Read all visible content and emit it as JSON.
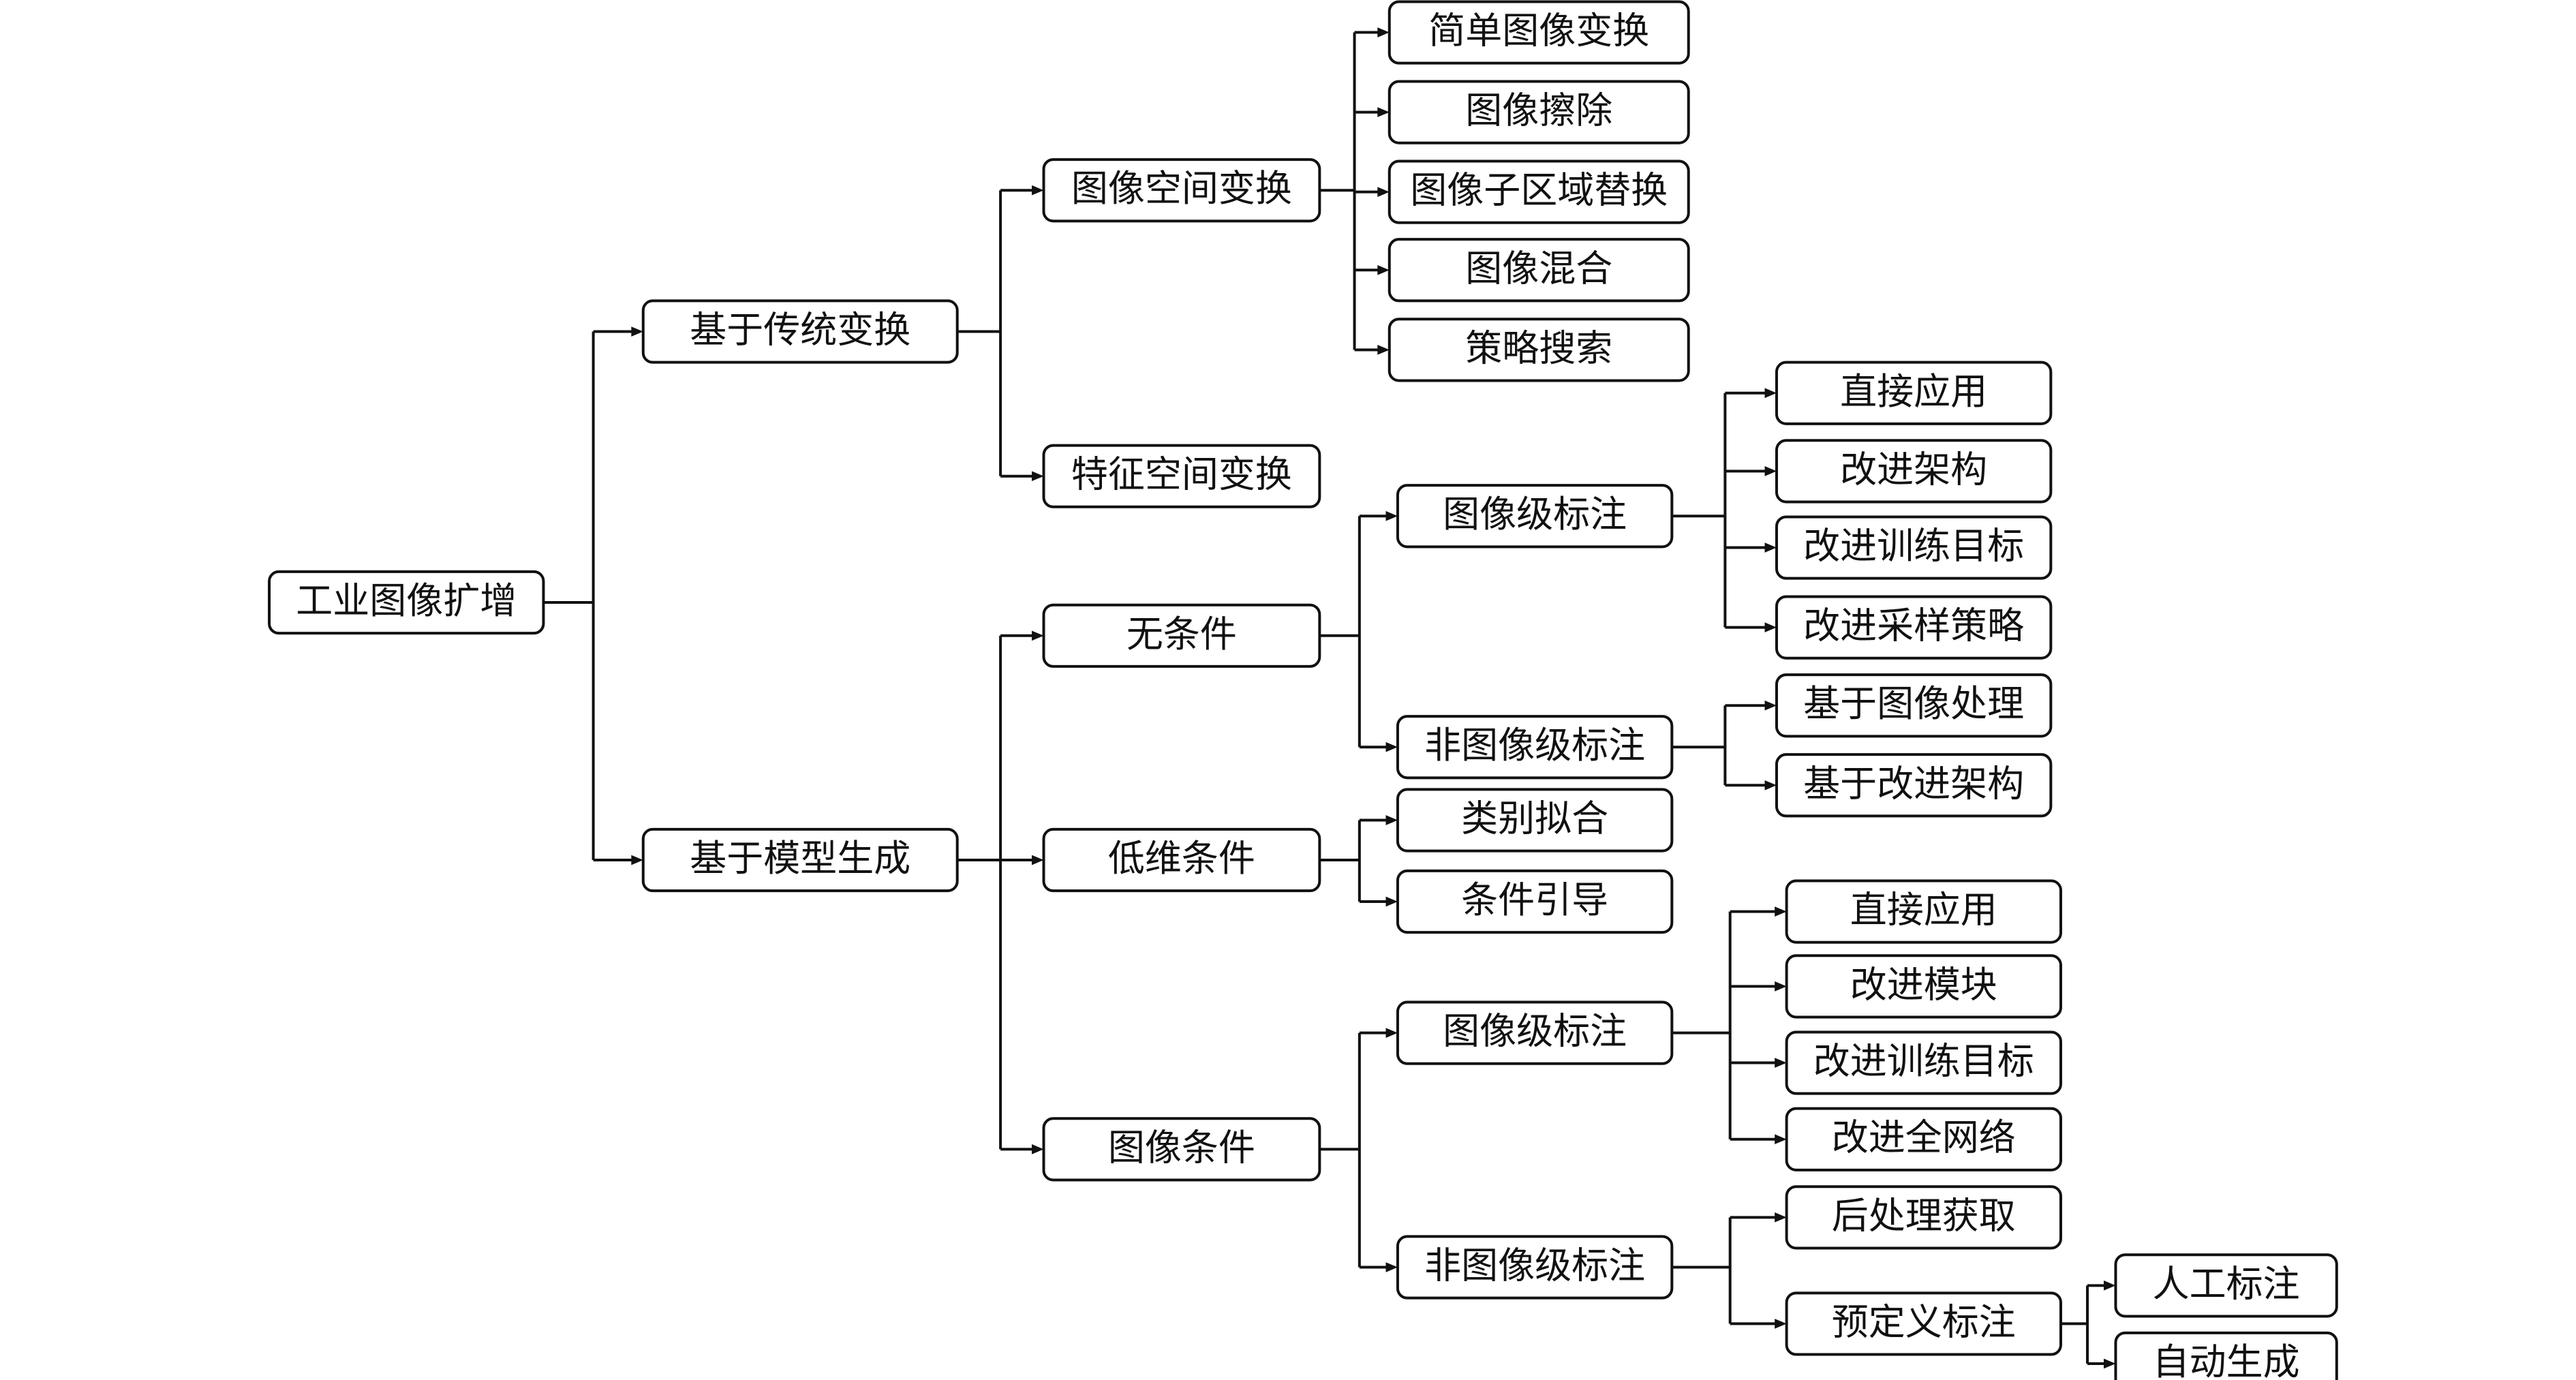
{
  "nodes": [
    {
      "id": "root",
      "label": "工业图像扩增"
    },
    {
      "id": "trad",
      "label": "基于传统变换"
    },
    {
      "id": "gen",
      "label": "基于模型生成"
    },
    {
      "id": "img_space",
      "label": "图像空间变换"
    },
    {
      "id": "feat_space",
      "label": "特征空间变换"
    },
    {
      "id": "simple_tf",
      "label": "简单图像变换"
    },
    {
      "id": "erase",
      "label": "图像擦除"
    },
    {
      "id": "subregion",
      "label": "图像子区域替换"
    },
    {
      "id": "mix",
      "label": "图像混合"
    },
    {
      "id": "policy_search",
      "label": "策略搜索"
    },
    {
      "id": "uncond",
      "label": "无条件"
    },
    {
      "id": "lowdim",
      "label": "低维条件"
    },
    {
      "id": "imgcond",
      "label": "图像条件"
    },
    {
      "id": "u_img_label",
      "label": "图像级标注"
    },
    {
      "id": "u_nonimg_label",
      "label": "非图像级标注"
    },
    {
      "id": "u_direct",
      "label": "直接应用"
    },
    {
      "id": "u_arch",
      "label": "改进架构"
    },
    {
      "id": "u_obj",
      "label": "改进训练目标"
    },
    {
      "id": "u_sampling",
      "label": "改进采样策略"
    },
    {
      "id": "u_improc",
      "label": "基于图像处理"
    },
    {
      "id": "u_imparch",
      "label": "基于改进架构"
    },
    {
      "id": "l_classfit",
      "label": "类别拟合"
    },
    {
      "id": "l_guide",
      "label": "条件引导"
    },
    {
      "id": "i_img_label",
      "label": "图像级标注"
    },
    {
      "id": "i_nonimg_label",
      "label": "非图像级标注"
    },
    {
      "id": "i_direct",
      "label": "直接应用"
    },
    {
      "id": "i_module",
      "label": "改进模块"
    },
    {
      "id": "i_obj",
      "label": "改进训练目标"
    },
    {
      "id": "i_fullnet",
      "label": "改进全网络"
    },
    {
      "id": "i_postproc",
      "label": "后处理获取"
    },
    {
      "id": "i_predef",
      "label": "预定义标注"
    },
    {
      "id": "i_manual",
      "label": "人工标注"
    },
    {
      "id": "i_auto",
      "label": "自动生成"
    }
  ],
  "edges": [
    {
      "from": "root",
      "to": [
        "trad",
        "gen"
      ]
    },
    {
      "from": "trad",
      "to": [
        "img_space",
        "feat_space"
      ]
    },
    {
      "from": "img_space",
      "to": [
        "simple_tf",
        "erase",
        "subregion",
        "mix",
        "policy_search"
      ]
    },
    {
      "from": "gen",
      "to": [
        "uncond",
        "lowdim",
        "imgcond"
      ]
    },
    {
      "from": "uncond",
      "to": [
        "u_img_label",
        "u_nonimg_label"
      ]
    },
    {
      "from": "u_img_label",
      "to": [
        "u_direct",
        "u_arch",
        "u_obj",
        "u_sampling"
      ]
    },
    {
      "from": "u_nonimg_label",
      "to": [
        "u_improc",
        "u_imparch"
      ]
    },
    {
      "from": "lowdim",
      "to": [
        "l_classfit",
        "l_guide"
      ]
    },
    {
      "from": "imgcond",
      "to": [
        "i_img_label",
        "i_nonimg_label"
      ]
    },
    {
      "from": "i_img_label",
      "to": [
        "i_direct",
        "i_module",
        "i_obj",
        "i_fullnet"
      ]
    },
    {
      "from": "i_nonimg_label",
      "to": [
        "i_postproc",
        "i_predef"
      ]
    },
    {
      "from": "i_predef",
      "to": [
        "i_manual",
        "i_auto"
      ]
    }
  ]
}
